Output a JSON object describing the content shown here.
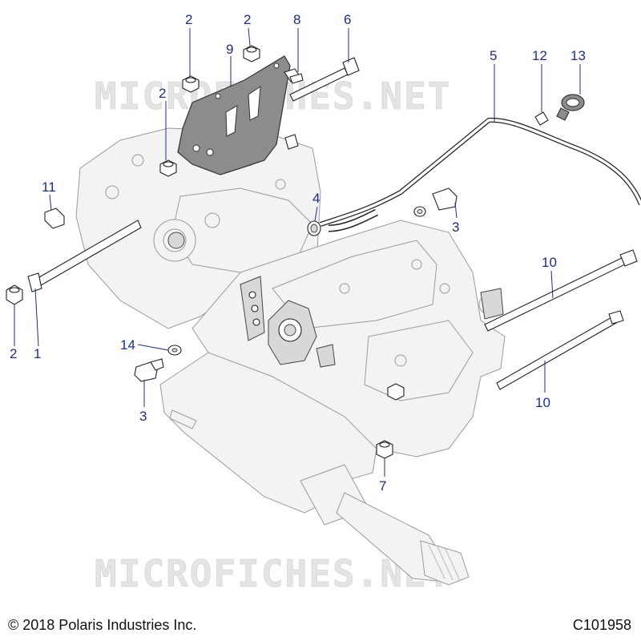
{
  "watermark": "MICROFICHES.NET",
  "footer": {
    "copyright": "© 2018 Polaris Industries Inc.",
    "diagram_code": "C101958"
  },
  "callouts": [
    {
      "id": "c2a",
      "label": "2"
    },
    {
      "id": "c2b",
      "label": "2"
    },
    {
      "id": "c8",
      "label": "8"
    },
    {
      "id": "c6",
      "label": "6"
    },
    {
      "id": "c9",
      "label": "9"
    },
    {
      "id": "c2c",
      "label": "2"
    },
    {
      "id": "c5",
      "label": "5"
    },
    {
      "id": "c12",
      "label": "12"
    },
    {
      "id": "c13",
      "label": "13"
    },
    {
      "id": "c11",
      "label": "11"
    },
    {
      "id": "c4",
      "label": "4"
    },
    {
      "id": "c3a",
      "label": "3"
    },
    {
      "id": "c10a",
      "label": "10"
    },
    {
      "id": "c2d",
      "label": "2"
    },
    {
      "id": "c1",
      "label": "1"
    },
    {
      "id": "c14",
      "label": "14"
    },
    {
      "id": "c3b",
      "label": "3"
    },
    {
      "id": "c10b",
      "label": "10"
    },
    {
      "id": "c7",
      "label": "7"
    }
  ]
}
